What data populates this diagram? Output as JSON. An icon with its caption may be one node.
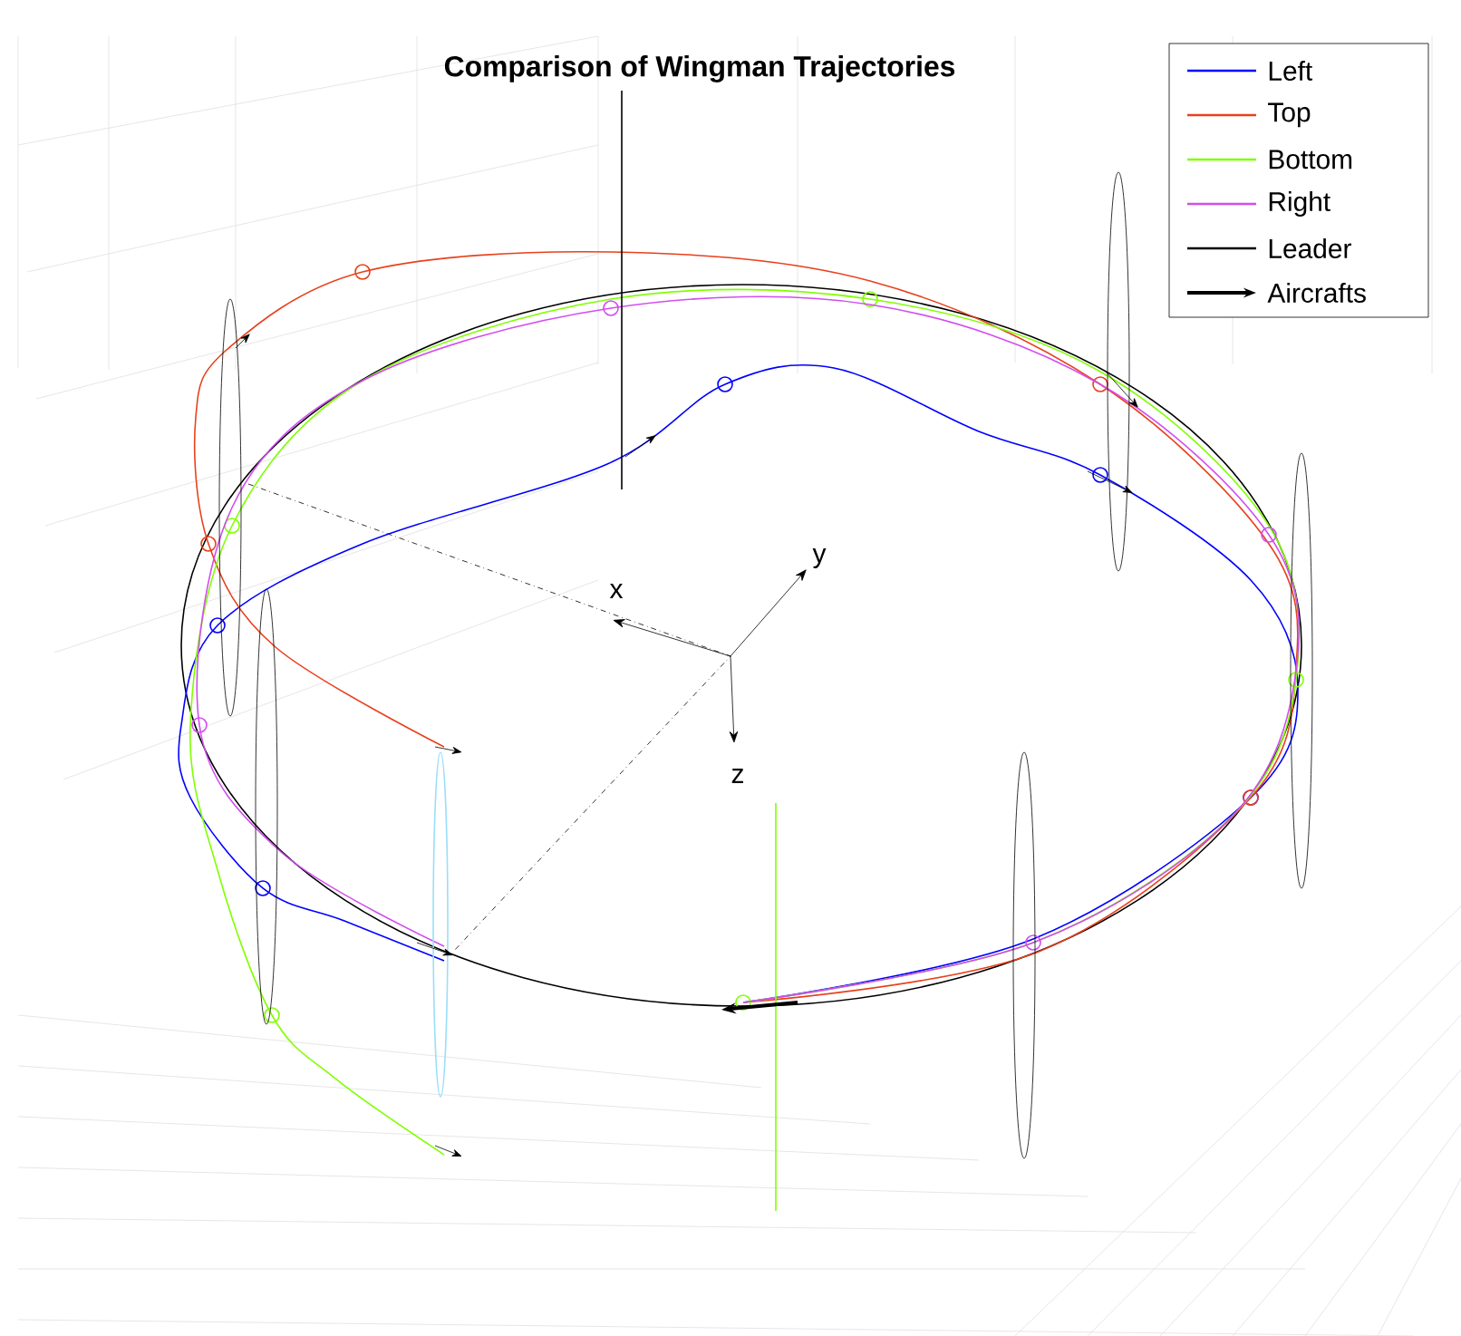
{
  "diagram": {
    "title": "Comparison of Wingman Trajectories",
    "labels": [
      "x",
      "y",
      "z"
    ],
    "legend": [
      {
        "text": "Left",
        "color": "#0000ff"
      },
      {
        "text": "Top",
        "color": "#e8401c"
      },
      {
        "text": "Bottom",
        "color": "#80ff00"
      },
      {
        "text": "Right",
        "color": "#d24df0"
      },
      {
        "text": "Leader",
        "color": "#000000"
      },
      {
        "text": "Aircrafts"
      }
    ]
  }
}
